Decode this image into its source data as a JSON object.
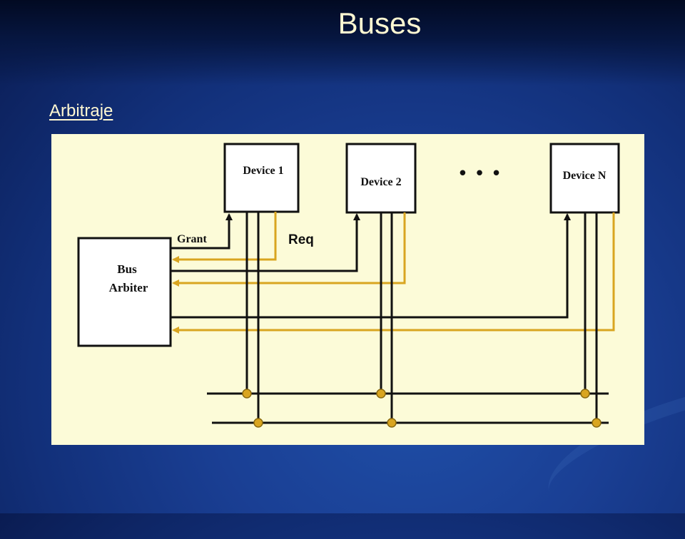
{
  "slide": {
    "title": "Buses",
    "subtitle": "Arbitraje"
  },
  "diagram": {
    "arbiter_line1": "Bus",
    "arbiter_line2": "Arbiter",
    "grant_label": "Grant",
    "req_label": "Req",
    "devices": [
      "Device 1",
      "Device 2",
      "Device N"
    ],
    "ellipsis": "• • •"
  },
  "colors": {
    "background": "#1a3f94",
    "title_text": "#fff8d2",
    "panel": "#fcfbd8",
    "line_black": "#111111",
    "line_gold": "#d9a520"
  }
}
